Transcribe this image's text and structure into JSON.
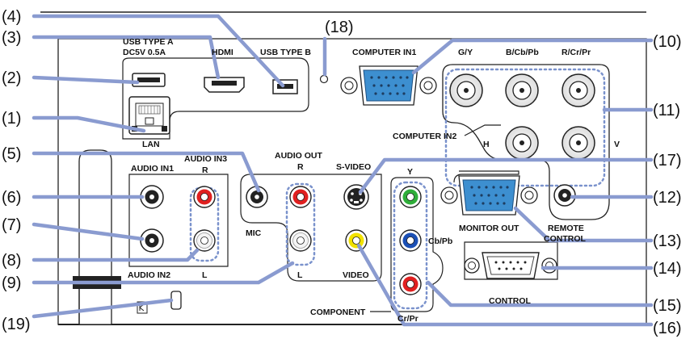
{
  "callouts": {
    "c1": "(1)",
    "c2": "(2)",
    "c3": "(3)",
    "c4": "(4)",
    "c5": "(5)",
    "c6": "(6)",
    "c7": "(7)",
    "c8": "(8)",
    "c9": "(9)",
    "c10": "(10)",
    "c11": "(11)",
    "c12": "(12)",
    "c13": "(13)",
    "c14": "(14)",
    "c15": "(15)",
    "c16": "(16)",
    "c17": "(17)",
    "c18": "(18)",
    "c19": "(19)"
  },
  "labels": {
    "usb_a_line1": "USB TYPE A",
    "usb_a_line2": "DC5V 0.5A",
    "hdmi": "HDMI",
    "usb_b": "USB TYPE B",
    "computer_in1": "COMPUTER IN1",
    "gy": "G/Y",
    "bcbpb": "B/Cb/Pb",
    "rcrpr": "R/Cr/Pr",
    "computer_in2": "COMPUTER IN2",
    "h": "H",
    "v": "V",
    "lan": "LAN",
    "audio_in1": "AUDIO IN1",
    "audio_in3": "AUDIO IN3",
    "audio_in3_r": "R",
    "audio_in3_l": "L",
    "audio_in2": "AUDIO IN2",
    "audio_out": "AUDIO OUT",
    "audio_out_r": "R",
    "audio_out_l": "L",
    "mic": "MIC",
    "s_video": "S-VIDEO",
    "video": "VIDEO",
    "y": "Y",
    "cbpb": "Cb/Pb",
    "crpr": "Cr/Pr",
    "component": "COMPONENT",
    "monitor_out": "MONITOR OUT",
    "remote_line1": "REMOTE",
    "remote_line2": "CONTROL",
    "control": "CONTROL"
  },
  "colors": {
    "leader": "#8a9bd0",
    "vga_blue": "#3d8fd0",
    "rca_red": "#e02020",
    "rca_white": "#f4f4f4",
    "rca_yellow": "#f2e200",
    "rca_green": "#2fae3a",
    "rca_blue": "#1a4fb5",
    "dash_blue": "#7a92cc"
  }
}
